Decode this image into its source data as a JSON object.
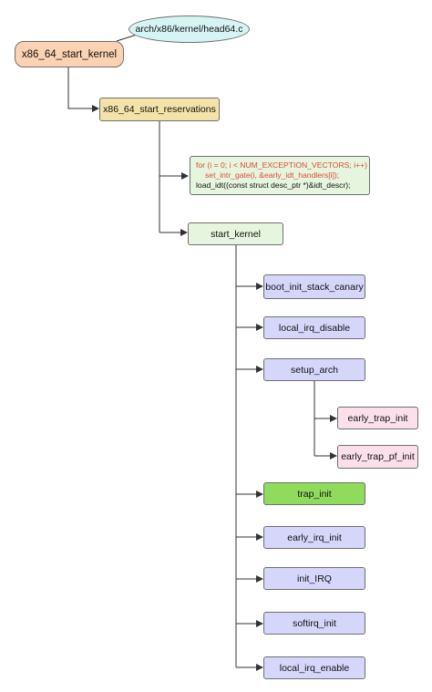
{
  "root": {
    "label": "x86_64_start_kernel",
    "note": "arch/x86/kernel/head64.c"
  },
  "reservations": {
    "label": "x86_64_start_reservations"
  },
  "code": {
    "line1": "for (i = 0; i < NUM_EXCEPTION_VECTORS; i++)",
    "line2": "set_intr_gate(i, &early_idt_handlers[i]);",
    "line3": "load_idt((const struct desc_ptr *)&idt_descr);"
  },
  "start_kernel": {
    "label": "start_kernel"
  },
  "children": [
    {
      "label": "boot_init_stack_canary"
    },
    {
      "label": "local_irq_disable"
    },
    {
      "label": "setup_arch"
    },
    {
      "label": "trap_init"
    },
    {
      "label": "early_irq_init"
    },
    {
      "label": "init_IRQ"
    },
    {
      "label": "softirq_init"
    },
    {
      "label": "local_irq_enable"
    }
  ],
  "setup_arch_children": [
    {
      "label": "early_trap_init"
    },
    {
      "label": "early_trap_pf_init"
    }
  ],
  "colors": {
    "root_fill": "#fbd3b3",
    "note_fill": "#d6f4f4",
    "reservations_fill": "#f4e3a8",
    "code_fill": "#e6f5dd",
    "start_kernel_fill": "#e6f5dd",
    "child_fill": "#d6d6fb",
    "highlight_fill": "#8fdc5d",
    "sub_fill": "#fbe0ec",
    "line": "#333333"
  }
}
